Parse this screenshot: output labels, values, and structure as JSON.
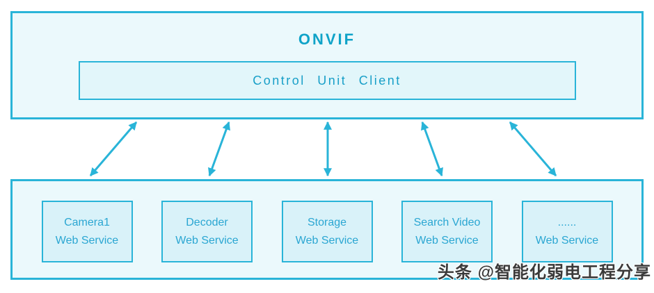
{
  "colors": {
    "border": "#29b4d8",
    "outer_fill": "#ebf9fc",
    "client_fill": "#e2f6fa",
    "service_fill": "#d9f2f9",
    "title_text": "#0fa3c8",
    "label_text": "#2aa6d2",
    "watermark_text": "#3a3a3a"
  },
  "top_box": {
    "title": "ONVIF",
    "client_label": "Control Unit Client"
  },
  "services": [
    {
      "name": "Camera1",
      "type_label": "Web Service"
    },
    {
      "name": "Decoder",
      "type_label": "Web Service"
    },
    {
      "name": "Storage",
      "type_label": "Web Service"
    },
    {
      "name": "Search Video",
      "type_label": "Web Service"
    },
    {
      "name": "......",
      "type_label": "Web Service"
    }
  ],
  "connections": {
    "from": "Control Unit Client",
    "bidirectional": true,
    "count": 5,
    "to": [
      "Camera1 Web Service",
      "Decoder Web Service",
      "Storage Web Service",
      "Search Video Web Service",
      "...... Web Service"
    ]
  },
  "watermark": {
    "text": "头条 @智能化弱电工程分享"
  }
}
